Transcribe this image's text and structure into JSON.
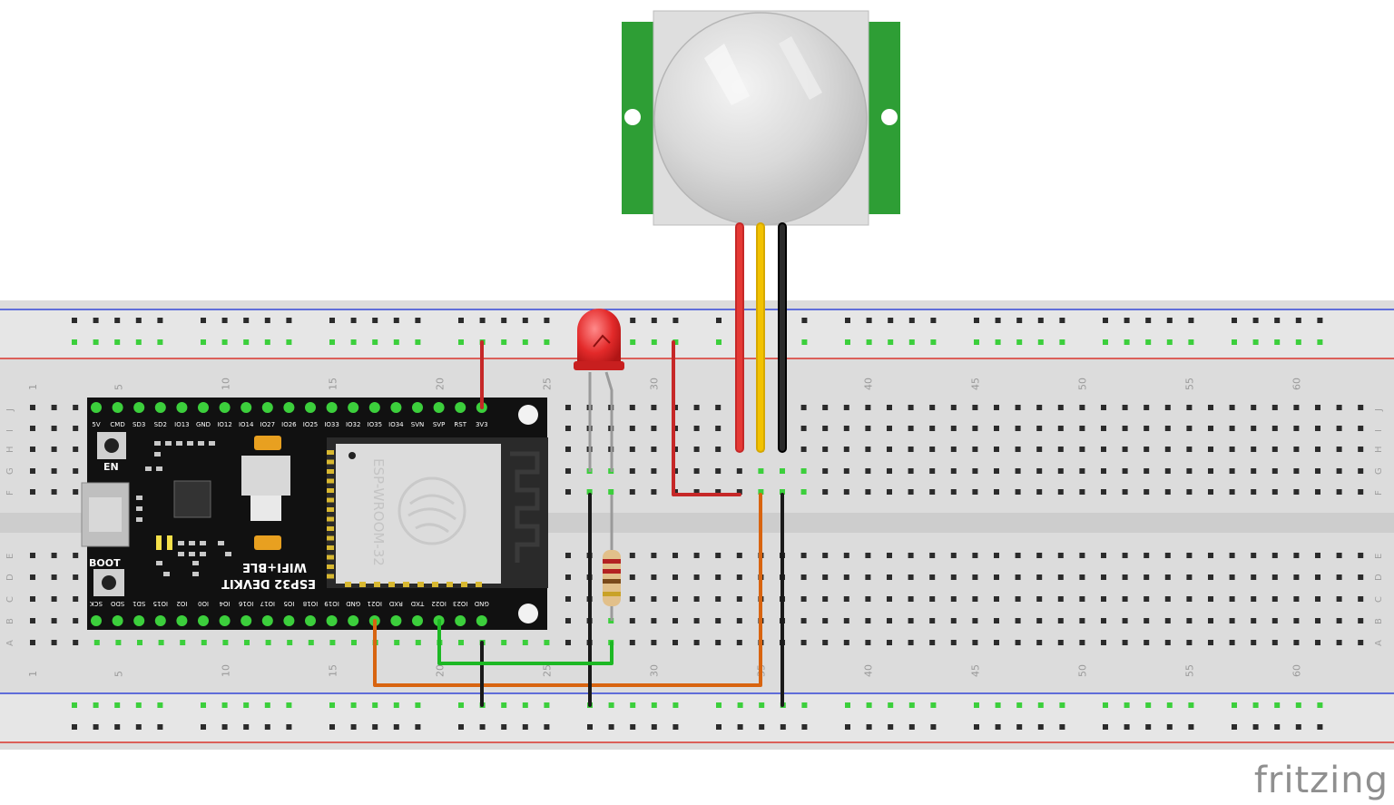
{
  "diagram": {
    "watermark": "fritzing",
    "board": {
      "name_line1": "ESP32 DEVKIT",
      "name_line2": "WIFI+BLE",
      "module_label": "ESP-WROOM-32",
      "top_pins": [
        "5V",
        "CMD",
        "SD3",
        "SD2",
        "IO13",
        "GND",
        "IO12",
        "IO14",
        "IO27",
        "IO26",
        "IO25",
        "IO33",
        "IO32",
        "IO35",
        "IO34",
        "SVN",
        "SVP",
        "RST",
        "3V3"
      ],
      "bottom_pins": [
        "SCK",
        "SDO",
        "SD1",
        "IO15",
        "IO2",
        "IO0",
        "IO4",
        "IO16",
        "IO17",
        "IO5",
        "IO18",
        "IO19",
        "GND",
        "IO21",
        "RXD",
        "TXD",
        "IO22",
        "IO23",
        "GND"
      ],
      "button_en": "EN",
      "button_boot": "BOOT"
    },
    "breadboard": {
      "column_numbers": [
        "1",
        "5",
        "10",
        "15",
        "20",
        "25",
        "30",
        "35",
        "40",
        "45",
        "50",
        "55",
        "60"
      ],
      "row_letters_top": [
        "J",
        "I",
        "H",
        "G",
        "F"
      ],
      "row_letters_bottom": [
        "E",
        "D",
        "C",
        "B",
        "A"
      ]
    },
    "colors": {
      "wire_red": "#c62828",
      "wire_yellow": "#f2c200",
      "wire_black": "#1a1a1a",
      "wire_green": "#1db824",
      "wire_orange": "#d86410",
      "sensor_pcb": "#2e9e35",
      "rail_red": "#d9342b",
      "rail_blue": "#3446d6"
    }
  }
}
